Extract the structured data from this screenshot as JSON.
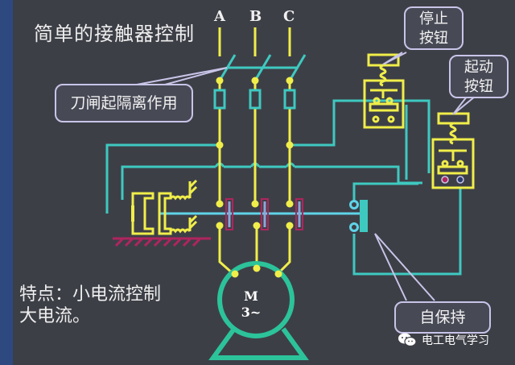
{
  "title": "简单的接触器控制",
  "phases": [
    "A",
    "B",
    "C"
  ],
  "callouts": {
    "knife_switch": "刀闸起隔离作用",
    "stop_button": [
      "停止",
      "按钮"
    ],
    "start_button": [
      "起动",
      "按钮"
    ],
    "self_hold": "自保持"
  },
  "feature_text": [
    "特点：小电流控制",
    "大电流。"
  ],
  "motor": {
    "line1": "M",
    "line2": "3~"
  },
  "watermark": {
    "icon": "wechat-icon",
    "text": "电工电气学习"
  },
  "colors": {
    "background": "#3d3f47",
    "power_line": "#f0ee4a",
    "control_line": "#3ec9c0",
    "contact_box": "#b0255e",
    "motor": "#2cc39a",
    "callout_border": "#c8c4e8"
  }
}
